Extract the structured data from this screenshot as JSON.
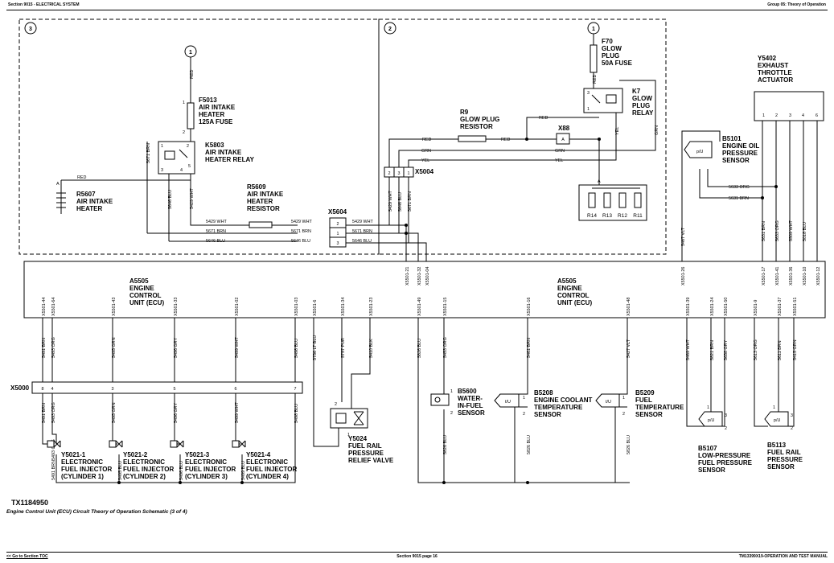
{
  "header": {
    "left": "Section 9015 - ELECTRICAL SYSTEM",
    "right": "Group 05: Theory of Operation"
  },
  "footer": {
    "link": "<< Go to Section TOC",
    "center": "Section 9015 page 16",
    "right": "TM13399X19-OPERATION AND TEST MANUAL"
  },
  "figure_id": "TX1184950",
  "caption": "Engine Control Unit (ECU) Circuit Theory of Operation Schematic (3 of 4)",
  "callouts": {
    "c3": "3",
    "c2": "2",
    "c1a": "1",
    "c1b": "1"
  },
  "components": {
    "f5013": [
      "F5013",
      "AIR INTAKE",
      "HEATER",
      "125A FUSE"
    ],
    "k5803": [
      "K5803",
      "AIR INTAKE",
      "HEATER RELAY"
    ],
    "r5607": [
      "R5607",
      "AIR INTAKE",
      "HEATER"
    ],
    "r5609": [
      "R5609",
      "AIR INTAKE",
      "HEATER",
      "RESISTOR"
    ],
    "x5604": "X5604",
    "r9": [
      "R9",
      "GLOW PLUG",
      "RESISTOR"
    ],
    "x88": "X88",
    "f70": [
      "F70",
      "GLOW",
      "PLUG",
      "50A FUSE"
    ],
    "k7": [
      "K7",
      "GLOW",
      "PLUG",
      "RELAY"
    ],
    "x5004": "X5004",
    "y5402": [
      "Y5402",
      "EXHAUST",
      "THROTTLE",
      "ACTUATOR"
    ],
    "b5101": [
      "B5101",
      "ENGINE OIL",
      "PRESSURE",
      "SENSOR"
    ],
    "a5505_left": [
      "A5505",
      "ENGINE",
      "CONTROL",
      "UNIT (ECU)"
    ],
    "a5505_right": [
      "A5505",
      "ENGINE",
      "CONTROL",
      "UNIT (ECU)"
    ],
    "x5000": "X5000",
    "y5021_1": [
      "Y5021-1",
      "ELECTRONIC",
      "FUEL INJECTOR",
      "(CYLINDER 1)"
    ],
    "y5021_2": [
      "Y5021-2",
      "ELECTRONIC",
      "FUEL INJECTOR",
      "(CYLINDER 2)"
    ],
    "y5021_3": [
      "Y5021-3",
      "ELECTRONIC",
      "FUEL INJECTOR",
      "(CYLINDER 3)"
    ],
    "y5021_4": [
      "Y5021-4",
      "ELECTRONIC",
      "FUEL INJECTOR",
      "(CYLINDER 4)"
    ],
    "y5024": [
      "Y5024",
      "FUEL RAIL",
      "PRESSURE",
      "RELIEF VALVE"
    ],
    "b5600": [
      "B5600",
      "WATER-",
      "IN-FUEL",
      "SENSOR"
    ],
    "b5208": [
      "B5208",
      "ENGINE COOLANT",
      "TEMPERATURE",
      "SENSOR"
    ],
    "b5209": [
      "B5209",
      "FUEL",
      "TEMPERATURE",
      "SENSOR"
    ],
    "b5107": [
      "B5107",
      "LOW-PRESSURE",
      "FUEL PRESSURE",
      "SENSOR"
    ],
    "b5113": [
      "B5113",
      "FUEL RAIL",
      "PRESSURE",
      "SENSOR"
    ]
  },
  "resistors": [
    "R14",
    "R13",
    "R12",
    "R11"
  ],
  "wires": {
    "red_f5013": "RED",
    "red_r5607": "RED",
    "k_5671": "5671 BRN",
    "k_5646": "5646 BLU",
    "k_5429": "5429 WHT",
    "h5429a": "5429 WHT",
    "h5429b": "5429 WHT",
    "h5429c": "5429 WHT",
    "h5671a": "5671 BRN",
    "h5671b": "5671 BRN",
    "h5646a": "5646 BLU",
    "h5646b": "5646 BLU",
    "v5429": "5429 WHT",
    "v5646": "5646 BLU",
    "v5671": "5671 BRN",
    "red_r9a": "RED",
    "red_r9b": "RED",
    "red_top": "RED",
    "grn_mid": "GRN",
    "yel_mid": "YEL",
    "grn_right": "GRN",
    "yel_right": "YEL",
    "yel_k7": "YEL",
    "grn_k7": "GRN",
    "red_f70": "RED",
    "org_5633": "5633 ORG",
    "brn_5631": "5631 BRN",
    "v5467": "5467 VLT",
    "v5631": "5631 BRN",
    "v5633": "5633 ORG",
    "v5509": "5509 WHT",
    "v5018": "5018 BLU",
    "w5491a": "5491 BRN",
    "w5493a": "5493 ORG",
    "w5495a": "5495 GRN",
    "w5496a": "5496 GRY",
    "w5499a": "5499 WHT",
    "w5498a": "5498 BLU",
    "w5756": "5756 LT BLU",
    "w5757": "5757 PUR",
    "w5410": "5410 BLK",
    "w5491b": "5491 BRN",
    "w5493b": "5493 ORG",
    "w5495b": "5495 GRN",
    "w5496b": "5496 GRY",
    "w5499b": "5499 WHT",
    "w5498b": "5498 BLU",
    "w5491c": "5491 BRN",
    "w5493c": "5493 ORG",
    "w5495c": "5495 BLU",
    "w5496c": "5496 BLU",
    "w5499c": "5499 BLU",
    "w5498c": "5498 BLU",
    "w5826a": "5826 BLU",
    "w5453": "5453 ORG",
    "w5461": "5461 BRN",
    "w5427": "5427 VLT",
    "w5826b": "5826 BLU",
    "w5826c": "5826 BLU",
    "w5826d": "5826 BLU",
    "w5469": "5469 WHT",
    "w5821": "5821 BRN",
    "w5658": "5658 GRY",
    "w5613": "5613 ORG",
    "w5611": "5611 BRN",
    "w5415": "5415 GRN"
  },
  "pins": {
    "ecu_top": [
      "X5501-21",
      "X5501-32",
      "X5501-04",
      "X5501-26",
      "X5501-17",
      "X5501-41",
      "X5501-36",
      "X5501-10",
      "X5501-12"
    ],
    "ecu_bottom": [
      "X5501-44",
      "X5501-64",
      "X5501-43",
      "X5501-33",
      "X5501-02",
      "X5501-03",
      "X5501-6",
      "X5501-34",
      "X5501-23",
      "X5501-49",
      "X5501-15",
      "X5501-16",
      "X5501-48",
      "X5501-39",
      "X5501-24",
      "X5501-50",
      "X5501-9",
      "X5501-37",
      "X5501-51"
    ],
    "x5000": [
      "8",
      "4",
      "3",
      "5",
      "6",
      "7"
    ],
    "x5604": [
      "2",
      "1",
      "3"
    ],
    "x5004": [
      "2",
      "3",
      "1"
    ],
    "y5402": [
      "1",
      "2",
      "3",
      "4",
      "6"
    ],
    "two_pin": [
      "1",
      "2"
    ],
    "three_pin": [
      "1",
      "2",
      "3"
    ],
    "relay": [
      "1",
      "2",
      "3",
      "4",
      "5"
    ]
  },
  "symbols": {
    "pu": "p/U",
    "tu": "t/U",
    "a_node": "A"
  }
}
